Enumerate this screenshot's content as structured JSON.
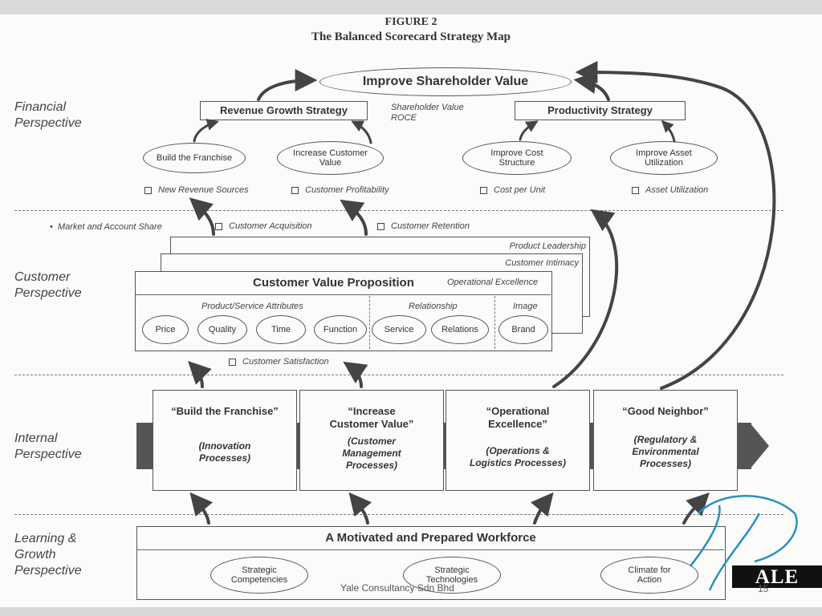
{
  "figure": {
    "label": "FIGURE 2",
    "title": "The Balanced Scorecard Strategy Map"
  },
  "perspectives": {
    "financial": [
      "Financial",
      "Perspective"
    ],
    "customer": [
      "Customer",
      "Perspective"
    ],
    "internal": [
      "Internal",
      "Perspective"
    ],
    "learning": [
      "Learning &",
      "Growth",
      "Perspective"
    ]
  },
  "financial": {
    "top_goal": "Improve Shareholder Value",
    "revenue_strategy": "Revenue Growth Strategy",
    "productivity_strategy": "Productivity Strategy",
    "measures": [
      "Shareholder Value",
      "ROCE"
    ],
    "themes": [
      {
        "line1": "Build the Franchise",
        "line2": ""
      },
      {
        "line1": "Increase Customer",
        "line2": "Value"
      },
      {
        "line1": "Improve Cost",
        "line2": "Structure"
      },
      {
        "line1": "Improve Asset",
        "line2": "Utilization"
      }
    ],
    "metrics": [
      "New Revenue Sources",
      "Customer Profitability",
      "Cost per Unit",
      "Asset Utilization"
    ]
  },
  "customer": {
    "bullet": "Market and Account Share",
    "bullet_mark": "•",
    "metrics_top": [
      "Customer Acquisition",
      "Customer Retention"
    ],
    "stack_labels": [
      "Product Leadership",
      "Customer Intimacy"
    ],
    "proposition_title": "Customer Value Proposition",
    "operational_excellence": "Operational Excellence",
    "groups": [
      "Product/Service Attributes",
      "Relationship",
      "Image"
    ],
    "attributes": [
      "Price",
      "Quality",
      "Time",
      "Function",
      "Service",
      "Relations",
      "Brand"
    ],
    "satisfaction": "Customer Satisfaction"
  },
  "internal": {
    "processes": [
      {
        "title": [
          "“Build the Franchise”"
        ],
        "sub": [
          "(Innovation",
          "Processes)"
        ]
      },
      {
        "title": [
          "“Increase",
          "Customer Value”"
        ],
        "sub": [
          "(Customer",
          "Management",
          "Processes)"
        ]
      },
      {
        "title": [
          "“Operational",
          "Excellence”"
        ],
        "sub": [
          "(Operations &",
          "Logistics Processes)"
        ]
      },
      {
        "title": [
          "“Good Neighbor”"
        ],
        "sub": [
          "(Regulatory &",
          "Environmental",
          "Processes)"
        ]
      }
    ]
  },
  "learning": {
    "workforce": "A Motivated and Prepared Workforce",
    "enablers": [
      {
        "line1": "Strategic",
        "line2": "Competencies"
      },
      {
        "line1": "Strategic",
        "line2": "Technologies"
      },
      {
        "line1": "Climate for",
        "line2": "Action"
      }
    ]
  },
  "footer": {
    "company": "Yale Consultancy Sdn Bhd",
    "logo_text": "ALE",
    "slide_number": "15"
  },
  "colors": {
    "ink": "#555555",
    "accent_blue": "#2a8fc0",
    "band": "#d9d9d9"
  }
}
